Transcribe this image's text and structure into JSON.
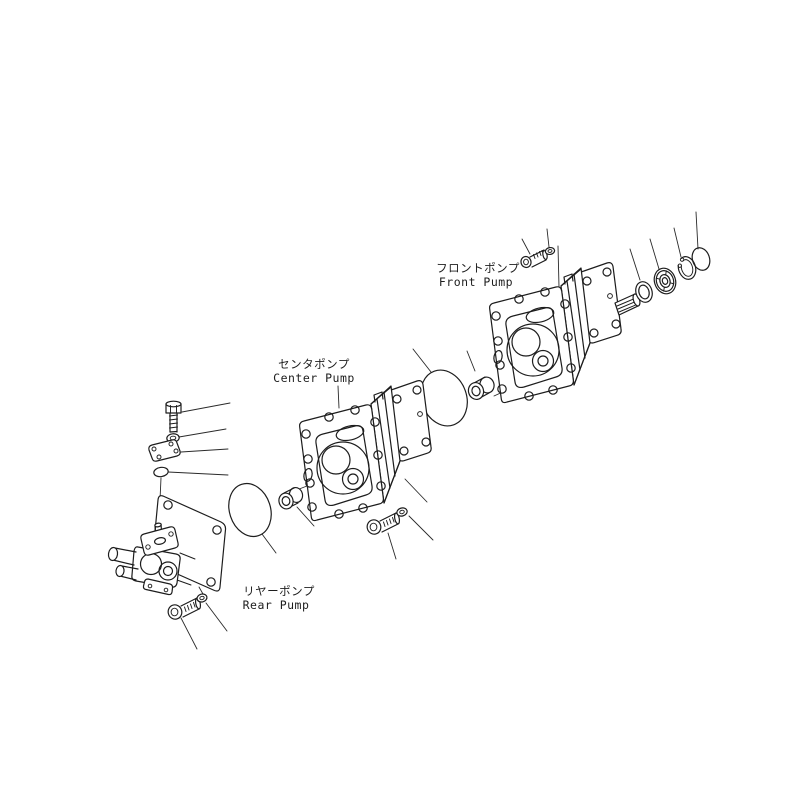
{
  "canvas": {
    "background": "#ffffff",
    "line_color": "#1d1d1d",
    "description": "Exploded parts diagram of a triple hydraulic gear pump assembly"
  },
  "labels": {
    "front": {
      "jp": "フロントポンプ",
      "en": "Front Pump"
    },
    "center": {
      "jp": "センタポンプ",
      "en": "Center Pump"
    },
    "rear": {
      "jp": "リヤーポンプ",
      "en": "Rear Pump"
    }
  },
  "parts_depicted": [
    "front-pump-assembly",
    "center-pump-assembly",
    "rear-pump-assembly",
    "splined-shaft",
    "shaft-washer",
    "bearing",
    "snap-ring",
    "seal-ring",
    "o-ring-large",
    "coupling-bushing",
    "socket-head-bolt",
    "hex-bolt",
    "spring-washer",
    "cover-plate",
    "gasket-ring",
    "mounting-flange-plate"
  ]
}
